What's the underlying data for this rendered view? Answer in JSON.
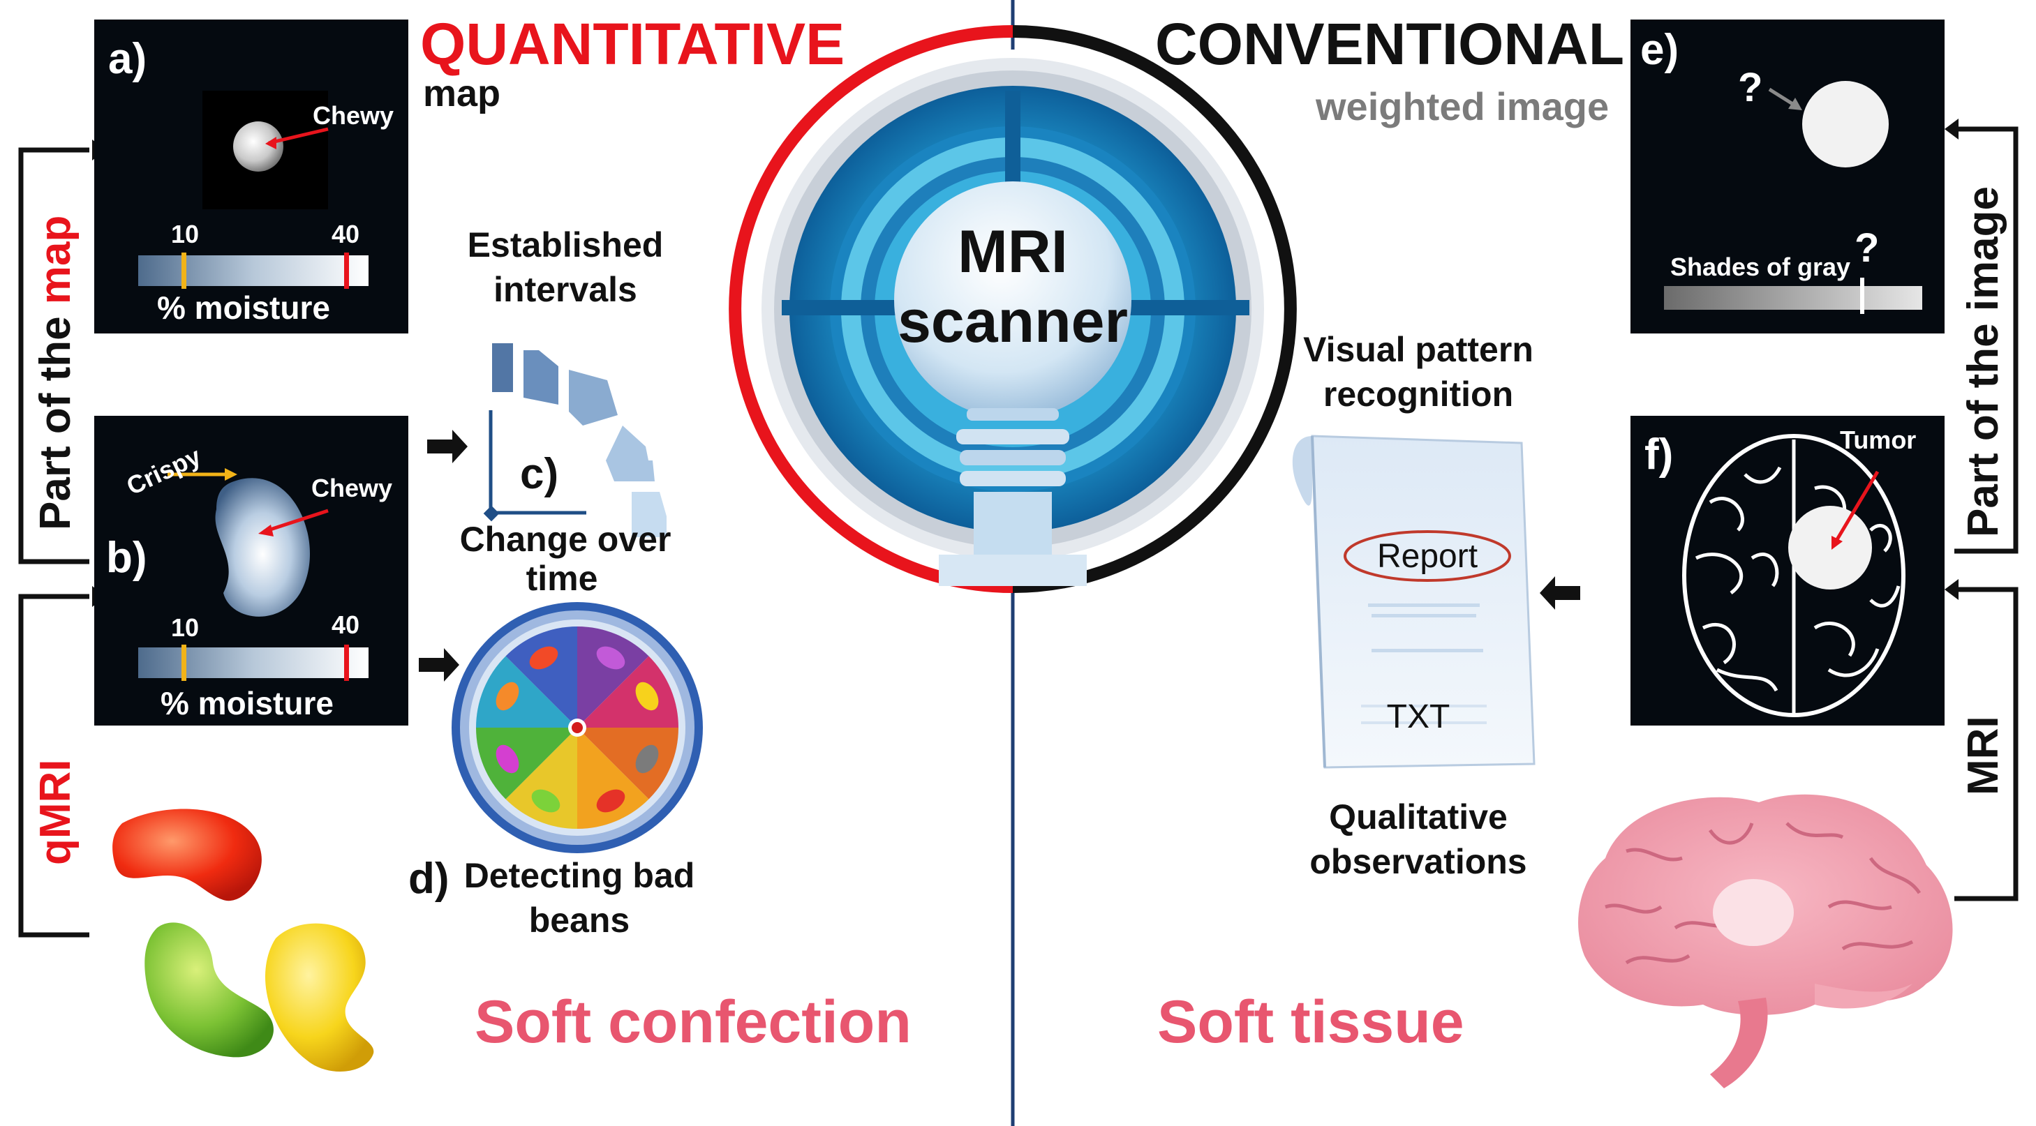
{
  "left": {
    "title": "QUANTITATIVE",
    "subtitle": "map",
    "side_label_black": "Part of the ",
    "side_label_red": "map",
    "side_label_bottom": "qMRI",
    "footer": "Soft confection",
    "panel_a": {
      "letter": "a)",
      "annotation": "Chewy",
      "tick_low": "10",
      "tick_high": "40",
      "scale_label": "% moisture"
    },
    "panel_b": {
      "letter": "b)",
      "annotation_crispy": "Crispy",
      "annotation_chewy": "Chewy",
      "tick_low": "10",
      "tick_high": "40",
      "scale_label": "% moisture"
    },
    "panel_c": {
      "letter": "c)",
      "heading_line1": "Established",
      "heading_line2": "intervals",
      "caption_line1": "Change over",
      "caption_line2": "time"
    },
    "panel_d": {
      "letter": "d)",
      "caption_line1": "Detecting bad",
      "caption_line2": "beans"
    }
  },
  "center": {
    "scanner_line1": "MRI",
    "scanner_line2": "scanner"
  },
  "right": {
    "title": "CONVENTIONAL",
    "subtitle": "weighted image",
    "side_label_top": "Part of the image",
    "side_label_bottom": "MRI",
    "footer": "Soft tissue",
    "panel_e": {
      "letter": "e)",
      "question_top": "?",
      "question_bar": "?",
      "bar_label": "Shades of gray"
    },
    "panel_f": {
      "letter": "f)",
      "annotation": "Tumor"
    },
    "visual_line1": "Visual pattern",
    "visual_line2": "recognition",
    "report_label": "Report",
    "txt_label": "TXT",
    "qual_line1": "Qualitative",
    "qual_line2": "observations"
  },
  "colors": {
    "red": "#e8141c",
    "pink": "#e8566f",
    "divider": "#1f3e73",
    "gray_text": "#7b7b7b"
  }
}
